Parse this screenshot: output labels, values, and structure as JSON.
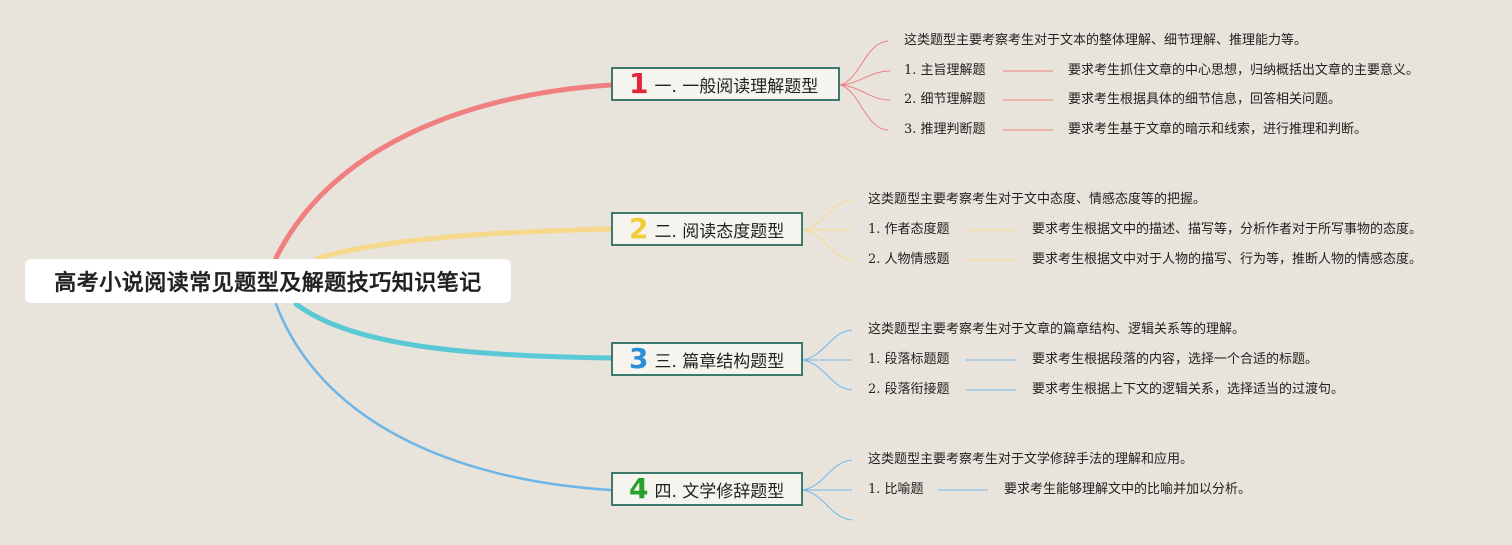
{
  "root": {
    "title": "高考小说阅读常见题型及解题技巧知识笔记"
  },
  "colors": {
    "background": "#e8e4dc",
    "branch_border": "#3e7a6c",
    "branch1": "#f08080",
    "branch2": "#f7d98b",
    "branch3": "#5bc8d6",
    "branch4": "#6fb6e8",
    "num1": "#e0263c",
    "num2": "#f2cd3a",
    "num3": "#2a8fd8",
    "num4": "#2aa12e"
  },
  "branches": [
    {
      "num": "1",
      "label": "一. 一般阅读理解题型",
      "summary": "这类题型主要考察考生对于文本的整体理解、细节理解、推理能力等。",
      "items": [
        {
          "name": "1. 主旨理解题",
          "desc": "要求考生抓住文章的中心思想，归纳概括出文章的主要意义。"
        },
        {
          "name": "2. 细节理解题",
          "desc": "要求考生根据具体的细节信息，回答相关问题。"
        },
        {
          "name": "3. 推理判断题",
          "desc": "要求考生基于文章的暗示和线索，进行推理和判断。"
        }
      ]
    },
    {
      "num": "2",
      "label": "二. 阅读态度题型",
      "summary": "这类题型主要考察考生对于文中态度、情感态度等的把握。",
      "items": [
        {
          "name": "1. 作者态度题",
          "desc": "要求考生根据文中的描述、描写等，分析作者对于所写事物的态度。"
        },
        {
          "name": "2. 人物情感题",
          "desc": "要求考生根据文中对于人物的描写、行为等，推断人物的情感态度。"
        }
      ]
    },
    {
      "num": "3",
      "label": "三. 篇章结构题型",
      "summary": "这类题型主要考察考生对于文章的篇章结构、逻辑关系等的理解。",
      "items": [
        {
          "name": "1. 段落标题题",
          "desc": "要求考生根据段落的内容，选择一个合适的标题。"
        },
        {
          "name": "2. 段落衔接题",
          "desc": "要求考生根据上下文的逻辑关系，选择适当的过渡句。"
        }
      ]
    },
    {
      "num": "4",
      "label": "四. 文学修辞题型",
      "summary": "这类题型主要考察考生对于文学修辞手法的理解和应用。",
      "items": [
        {
          "name": "1. 比喻题",
          "desc": "要求考生能够理解文中的比喻并加以分析。"
        }
      ]
    }
  ]
}
